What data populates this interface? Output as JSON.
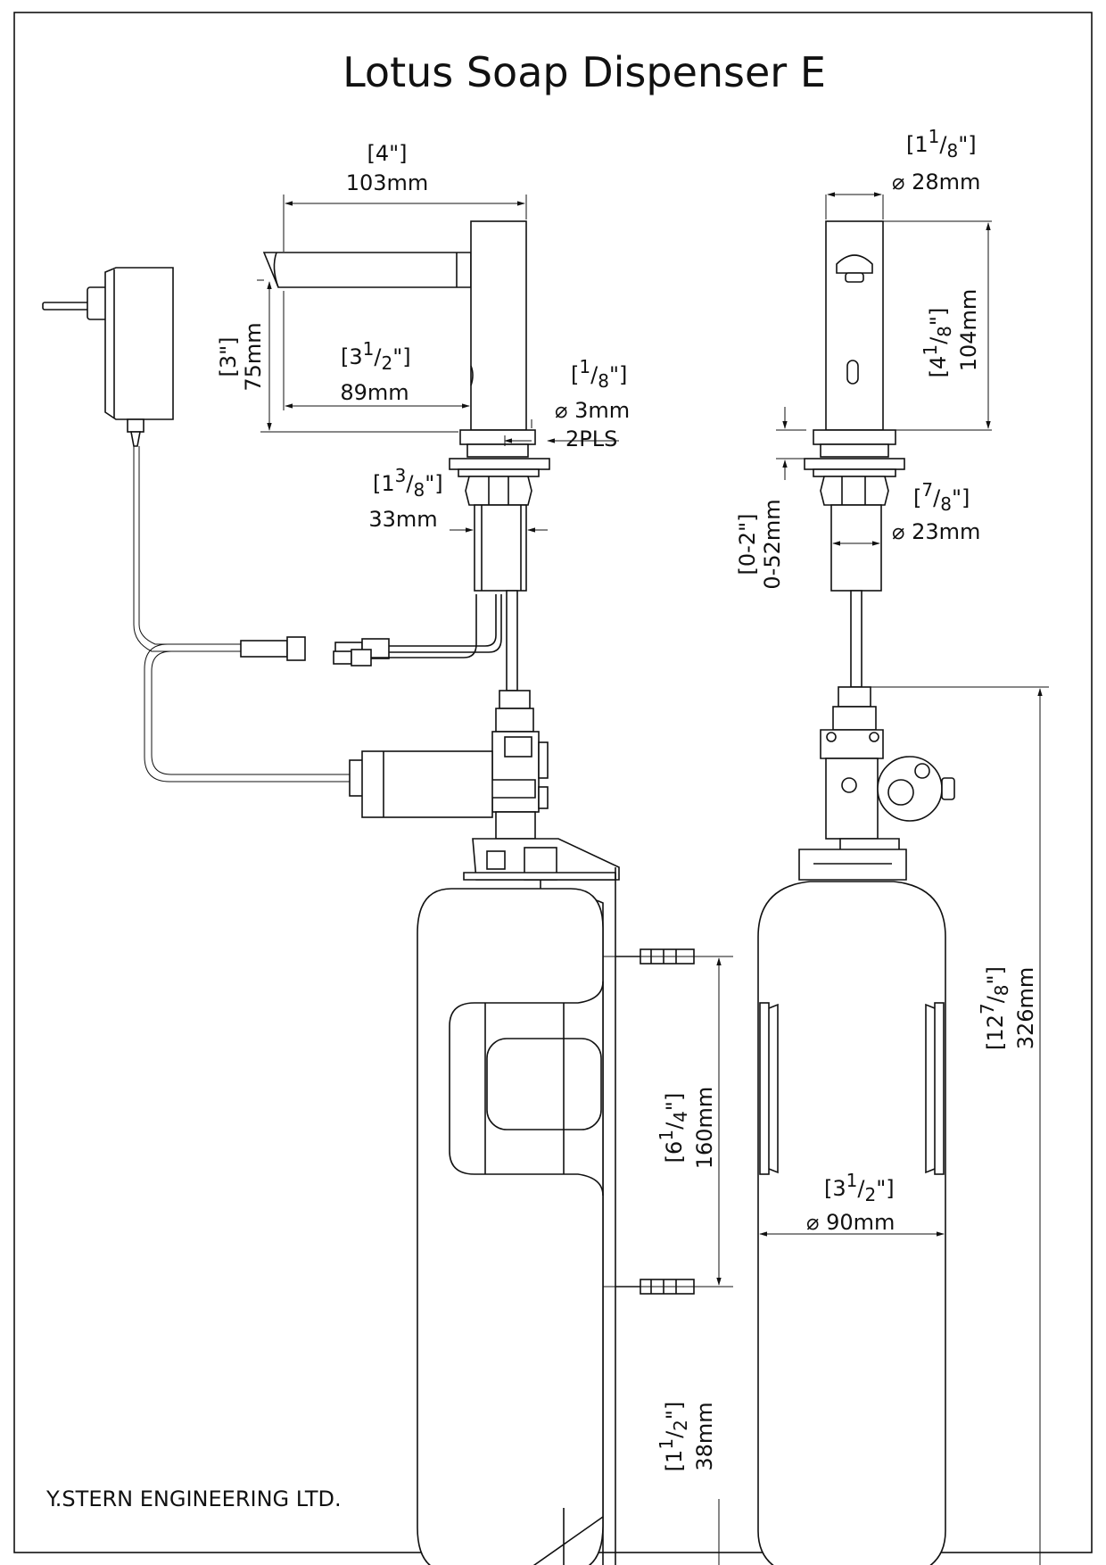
{
  "title": "Lotus Soap Dispenser E",
  "company": "Y.STERN ENGINEERING LTD.",
  "dimensions": {
    "spout_length": {
      "inch": "4\"",
      "mm": "103mm"
    },
    "spout_height": {
      "inch": "3\"",
      "mm": "75mm"
    },
    "spout_reach": {
      "inch_whole": "3",
      "inch_num": "1",
      "inch_den": "2",
      "mm": "89mm"
    },
    "pin_dia": {
      "inch_num": "1",
      "inch_den": "8",
      "mm": "3mm",
      "note": "2PLS"
    },
    "shank_thread": {
      "inch_whole": "1",
      "inch_num": "3",
      "inch_den": "8",
      "mm": "33mm"
    },
    "body_dia": {
      "inch_whole": "1",
      "inch_num": "1",
      "inch_den": "8",
      "mm": "28mm"
    },
    "body_height": {
      "inch_whole": "4",
      "inch_num": "1",
      "inch_den": "8",
      "mm": "104mm"
    },
    "deck_range": {
      "inch": "0-2\"",
      "mm": "0-52mm"
    },
    "shank_dia": {
      "inch_num": "7",
      "inch_den": "8",
      "mm": "23mm"
    },
    "total_height": {
      "inch_whole": "12",
      "inch_num": "7",
      "inch_den": "8",
      "mm": "326mm"
    },
    "bracket_span": {
      "inch_whole": "6",
      "inch_num": "1",
      "inch_den": "4",
      "mm": "160mm"
    },
    "tank_dia": {
      "inch_whole": "3",
      "inch_num": "1",
      "inch_den": "2",
      "mm": "90mm"
    },
    "base_height": {
      "inch_whole": "1",
      "inch_num": "1",
      "inch_den": "2",
      "mm": "38mm"
    }
  }
}
